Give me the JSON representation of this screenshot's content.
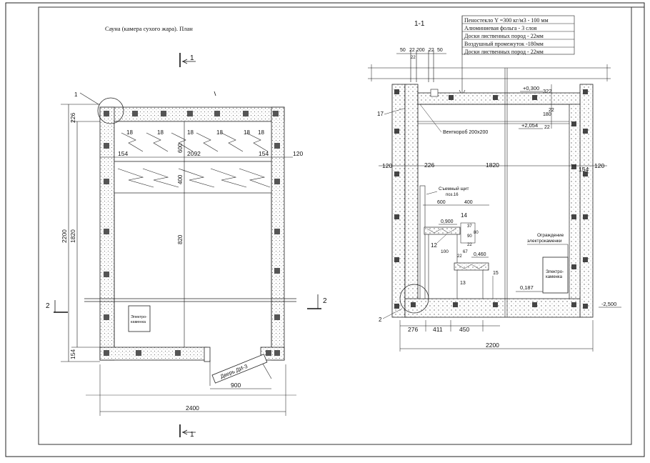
{
  "plan": {
    "title": "Сауна (камера сухого жара). План",
    "section_mark": "1",
    "section_mark_2": "2",
    "callout_1": "1",
    "dims": {
      "overall_width": "2400",
      "overall_height": "2200",
      "inner_height": "1820",
      "top_wall": "226",
      "bottom_wall": "154",
      "door_width": "900",
      "shelf_depth": "600",
      "shelf_400": "400",
      "shelf_820": "820",
      "inner_width": "2092",
      "left_154": "154",
      "right_154": "154",
      "right_120": "120",
      "gap_18": "18"
    },
    "stove_label_1": "Электро-",
    "stove_label_2": "каменка",
    "door_label": "Дверь ДИ-3"
  },
  "section": {
    "title": "1-1",
    "legend": [
      "Пеностекло Y =300 кг/м3 - 100 мм",
      "Алюминиевая фольга -   3 слоя",
      "Доски лиственных пород - 22мм",
      "Воздушный промежуток -180мм",
      "Доски лиственных пород - 22мм"
    ],
    "top_dims": [
      "50",
      "22",
      "200",
      "22",
      "50",
      "22"
    ],
    "elev_top": "+0,300",
    "elev_ceiling": "+2,054",
    "elev_floor_out": "-2,500",
    "elev_floor_in": "0,187",
    "vent_label": "Венткороб 200х200",
    "removable_panel_1": "Съемный щит",
    "removable_panel_2": "поз.16",
    "guard_label_1": "Ограждение",
    "guard_label_2": "электрокаменки",
    "stove_label_1": "Электро-",
    "stove_label_2": "каменка",
    "dims": {
      "d322": "322",
      "d22a": "22",
      "d180": "180",
      "d22b": "22",
      "left_120": "120",
      "d226": "226",
      "d1820": "1820",
      "d154": "154",
      "right_120": "120",
      "d600": "600",
      "d400": "400",
      "d0900": "0,900",
      "d37": "37",
      "d80": "80",
      "d90": "90",
      "d22c": "22",
      "d100": "100",
      "d22d": "22",
      "d67": "67",
      "d0460": "0,460",
      "b276": "276",
      "b411": "411",
      "b450": "450",
      "b2200": "2200"
    },
    "callouts": {
      "c17": "17",
      "c14": "14",
      "c12": "12",
      "c13": "13",
      "c15": "15",
      "c2": "2"
    }
  }
}
